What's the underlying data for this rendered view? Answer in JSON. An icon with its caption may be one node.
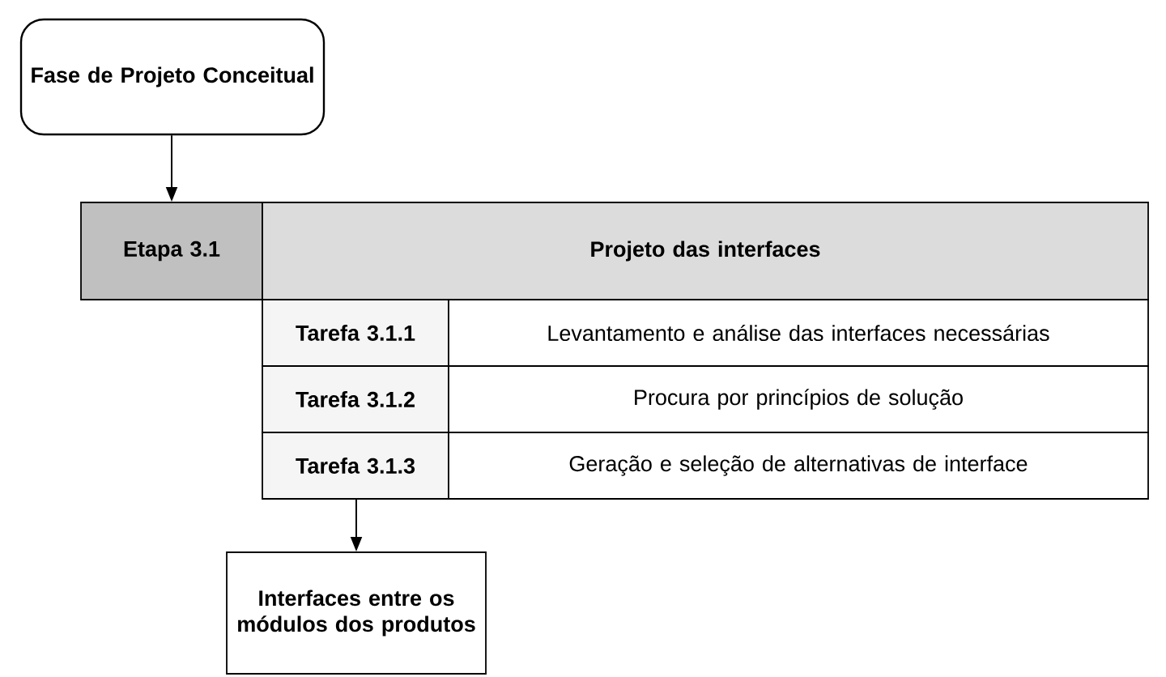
{
  "diagram": {
    "nodes": [
      {
        "text": [
          "Fase de Projeto Conceitual"
        ]
      },
      {
        "text": [
          "Etapa 3.1"
        ]
      },
      {
        "text": [
          "Projeto das interfaces"
        ]
      },
      {
        "text": [
          "Tarefa 3.1.1"
        ]
      },
      {
        "text": [
          "Levantamento e análise das interfaces necessárias"
        ]
      },
      {
        "text": [
          "Tarefa 3.1.2"
        ]
      },
      {
        "text": [
          "Procura por princípios de solução"
        ]
      },
      {
        "text": [
          "Tarefa 3.1.3"
        ]
      },
      {
        "text": [
          "Geração e seleção de alternativas de interface"
        ]
      },
      {
        "text": [
          "Interfaces entre os módulos dos produtos"
        ]
      }
    ],
    "edges": [
      {
        "from": 0,
        "to": 1,
        "arrow": "to"
      },
      {
        "from": 7,
        "to": 9,
        "arrow": "to"
      }
    ]
  }
}
